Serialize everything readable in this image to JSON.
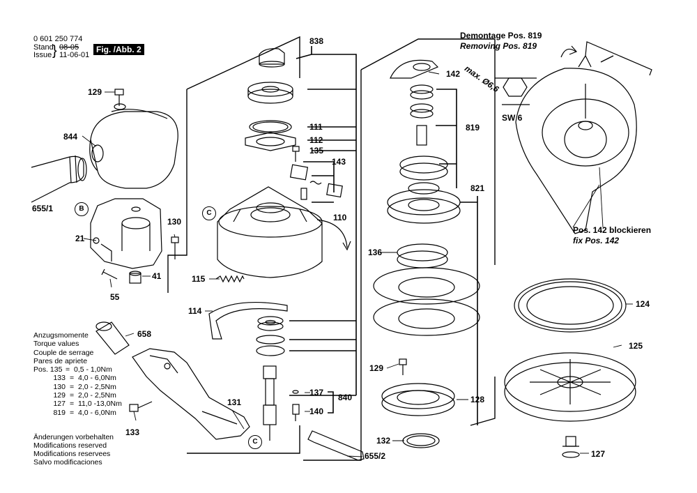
{
  "header": {
    "part_number": "0 601 250 774",
    "stand_label": "Stand",
    "issue_label": "Issue",
    "brace": "}",
    "date_old": "08-05",
    "date_new": "11-06-01",
    "figure_label": "Fig. /Abb. 2"
  },
  "callouts": {
    "c838": "838",
    "c142": "142",
    "c129a": "129",
    "c844": "844",
    "c111": "111",
    "c112": "112",
    "c135": "135",
    "c143": "143",
    "c819": "819",
    "c821": "821",
    "c655_1": "655/1",
    "cB": "B",
    "c130": "130",
    "c21": "21",
    "cC1": "C",
    "c110": "110",
    "c136": "136",
    "c41": "41",
    "c115": "115",
    "c55": "55",
    "c114": "114",
    "c124": "124",
    "c125": "125",
    "c658": "658",
    "c129b": "129",
    "c137": "137",
    "c840": "840",
    "c140": "140",
    "c128": "128",
    "c131": "131",
    "c133": "133",
    "c132": "132",
    "c655_2": "655/2",
    "cC2": "C",
    "c127": "127"
  },
  "removal": {
    "title_de": "Demontage Pos. 819",
    "title_en": "Removing Pos. 819",
    "max_label": "max. Ø6,6",
    "sw_label": "SW 6",
    "block_de": "Pos. 142 blockieren",
    "block_en": "fix Pos. 142"
  },
  "torque": {
    "heading": [
      "Anzugsmomente",
      "Torque values",
      "Couple de serrage",
      "Pares de apriete"
    ],
    "rows": [
      {
        "pos": "Pos. 135",
        "eq": "=",
        "val": "0,5 - 1,0Nm"
      },
      {
        "pos": "133",
        "eq": "=",
        "val": "4,0 - 6,0Nm"
      },
      {
        "pos": "130",
        "eq": "=",
        "val": "2,0 - 2,5Nm"
      },
      {
        "pos": "129",
        "eq": "=",
        "val": "2,0 - 2,5Nm"
      },
      {
        "pos": "127",
        "eq": "=",
        "val": "11,0 -13,0Nm"
      },
      {
        "pos": "819",
        "eq": "=",
        "val": "4,0 - 6,0Nm"
      }
    ]
  },
  "modifications": [
    "Änderungen vorbehalten",
    "Modifications reserved",
    "Modifications reservees",
    "Salvo modificaciones"
  ]
}
